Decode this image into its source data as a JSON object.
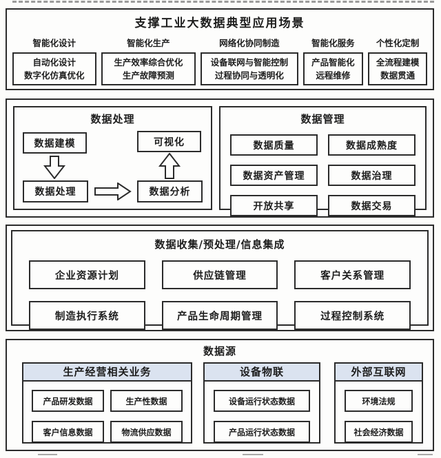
{
  "colors": {
    "border": "#2b2b2b",
    "text": "#1d1d1d",
    "source_header_bg": "#dbe3f0",
    "page_bg": "#fcfcfa"
  },
  "top_section": {
    "title": "支撑工业大数据典型应用场景",
    "columns": [
      {
        "label": "智能化设计",
        "lines": [
          "自动化设计",
          "数字化仿真优化"
        ]
      },
      {
        "label": "智能化生产",
        "lines": [
          "生产效率综合优化",
          "生产故障预测"
        ]
      },
      {
        "label": "网络化协同制造",
        "lines": [
          "设备联网与智能控制",
          "过程协同与透明化"
        ]
      },
      {
        "label": "智能化服务",
        "lines": [
          "产品智能化",
          "远程维修"
        ]
      },
      {
        "label": "个性化定制",
        "lines": [
          "全流程建模",
          "数据贯通"
        ]
      }
    ]
  },
  "processing_section": {
    "title": "数据处理",
    "nodes": {
      "modeling": "数据建模",
      "visualization": "可视化",
      "processing": "数据处理",
      "analysis": "数据分析"
    }
  },
  "management_section": {
    "title": "数据管理",
    "items": [
      "数据质量",
      "数据成熟度",
      "数据资产管理",
      "数据治理",
      "开放共享",
      "数据交易"
    ]
  },
  "collection_section": {
    "title": "数据收集/预处理/信息集成",
    "items": [
      "企业资源计划",
      "供应链管理",
      "客户关系管理",
      "制造执行系统",
      "产品生命周期管理",
      "过程控制系统"
    ]
  },
  "source_section": {
    "title": "数据源",
    "panels": [
      {
        "title": "生产经营相关业务",
        "items": [
          "产品研发数据",
          "生产性数据",
          "客户信息数据",
          "物流供应数据"
        ]
      },
      {
        "title": "设备物联",
        "items": [
          "设备运行状态数据",
          "产品运行状态数据"
        ]
      },
      {
        "title": "外部互联网",
        "items": [
          "环境法规",
          "社会经济数据"
        ]
      }
    ]
  }
}
